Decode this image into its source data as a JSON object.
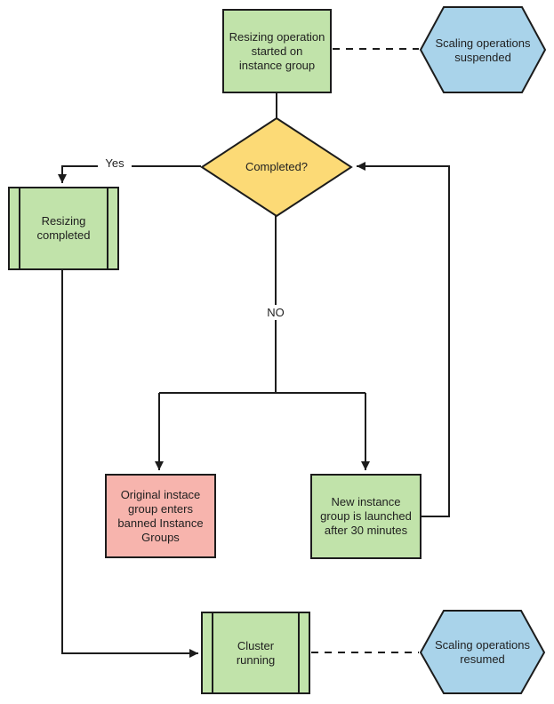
{
  "diagram": {
    "colors": {
      "green": "#c1e3aa",
      "yellow": "#fcda76",
      "blue": "#a9d3ea",
      "pink": "#f7b4ad",
      "line": "#1c1c1c",
      "bg": "#ffffff"
    },
    "nodes": {
      "start": {
        "type": "process",
        "label": "Resizing operation\nstarted on\ninstance group"
      },
      "suspended": {
        "type": "hexagon",
        "label": "Scaling operations\nsuspended"
      },
      "completed": {
        "type": "decision",
        "label": "Completed?"
      },
      "resizing_completed": {
        "type": "predefined-process",
        "label": "Resizing\ncompleted"
      },
      "banned": {
        "type": "process",
        "label": "Original instace\ngroup enters\nbanned Instance\nGroups"
      },
      "new_group": {
        "type": "process",
        "label": "New instance\ngroup is launched\nafter 30 minutes"
      },
      "cluster_running": {
        "type": "predefined-process",
        "label": "Cluster\nrunning"
      },
      "resumed": {
        "type": "hexagon",
        "label": "Scaling operations\nresumed"
      }
    },
    "edge_labels": {
      "yes": "Yes",
      "no": "NO"
    }
  }
}
